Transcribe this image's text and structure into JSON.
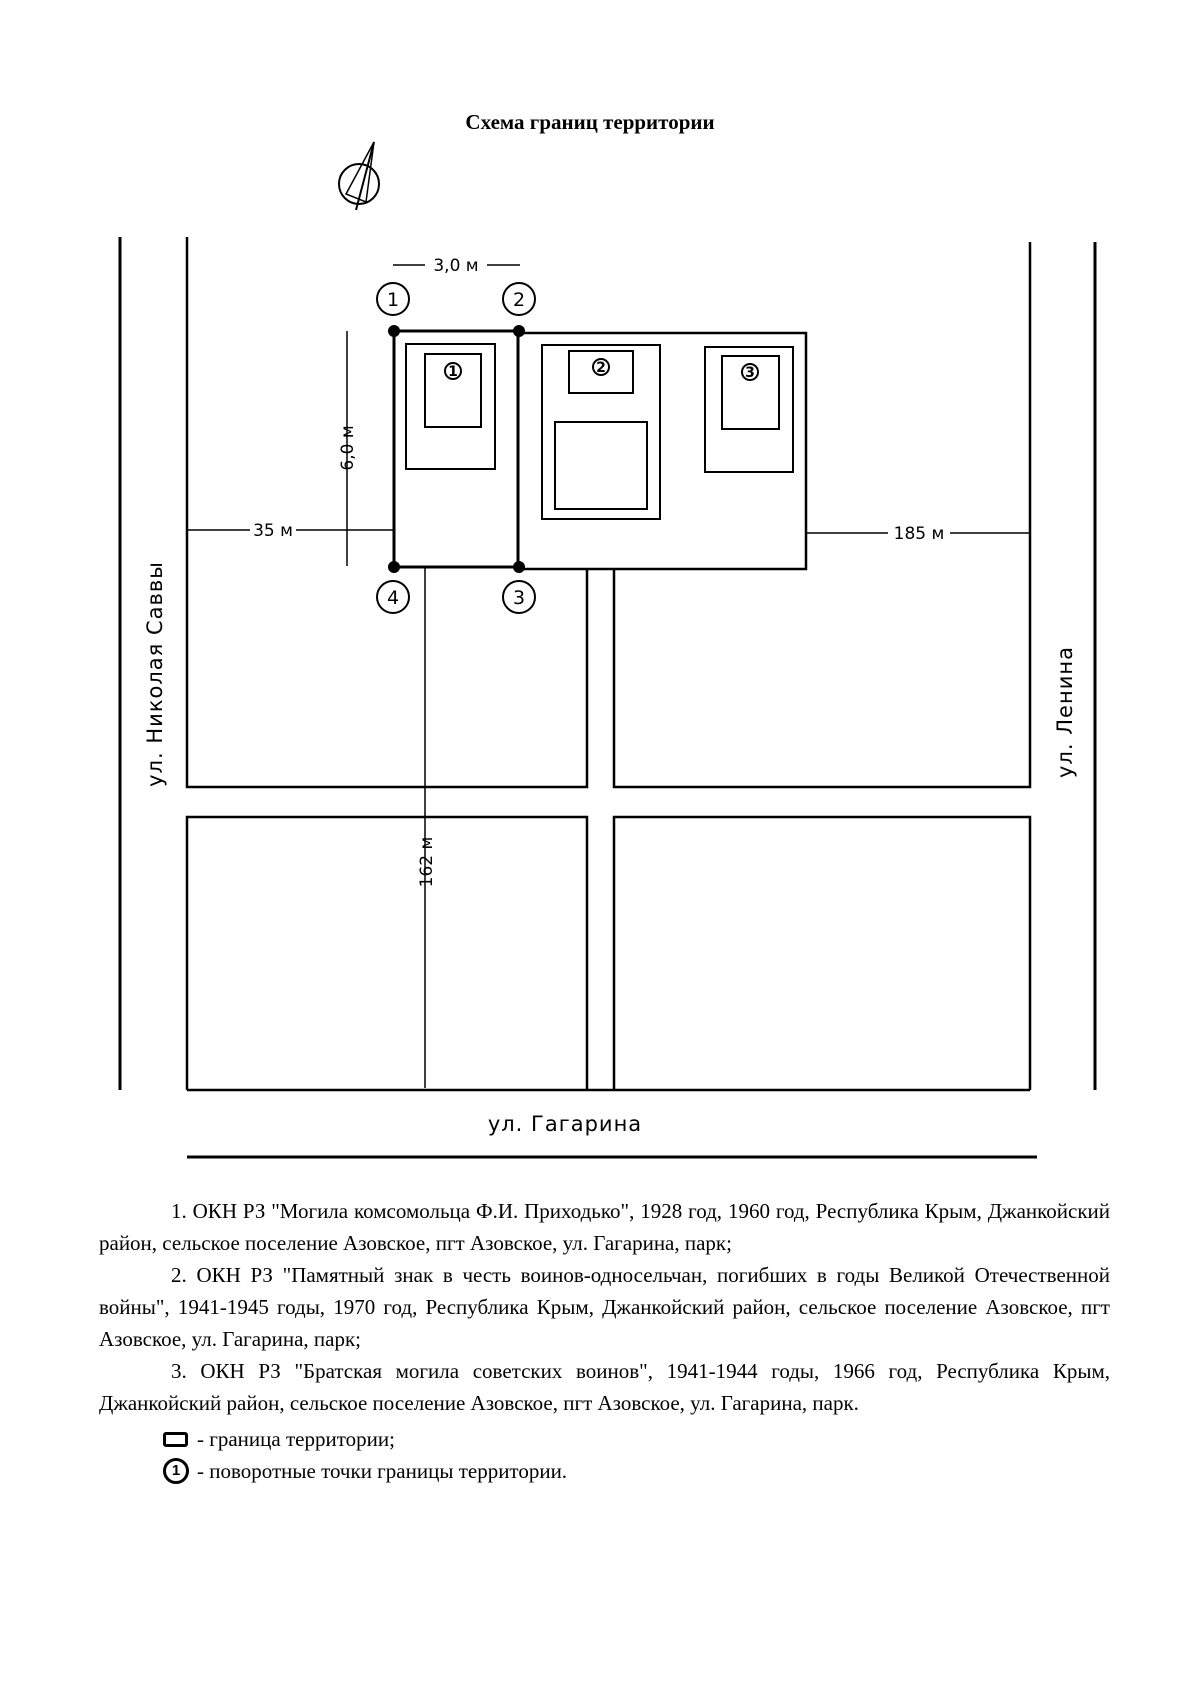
{
  "title": "Схема границ территории",
  "streets": {
    "left": "ул. Николая Саввы",
    "right": "ул. Ленина",
    "bottom": "ул. Гагарина"
  },
  "dimensions": {
    "width_top": "3,0 м",
    "height_left": "6,0 м",
    "dist_left": "35 м",
    "dist_right": "185 м",
    "dist_bottom": "162 м"
  },
  "boundary_points": [
    "1",
    "2",
    "3",
    "4"
  ],
  "objects": [
    "1",
    "2",
    "3"
  ],
  "notes": [
    "1. ОКН РЗ \"Могила комсомольца Ф.И. Приходько\", 1928 год, 1960 год, Республика Крым, Джанкойский район, сельское поселение Азовское, пгт Азовское, ул. Гагарина, парк;",
    "2. ОКН РЗ \"Памятный знак в честь воинов-односельчан, погибших в годы Великой Отечественной войны\", 1941-1945 годы, 1970 год, Республика Крым, Джанкойский район, сельское поселение Азовское, пгт Азовское, ул. Гагарина, парк;",
    "3. ОКН РЗ \"Братская могила советских воинов\", 1941-1944 годы, 1966 год, Республика Крым, Джанкойский район, сельское поселение Азовское, пгт Азовское, ул. Гагарина, парк."
  ],
  "legend": {
    "boundary": "- граница территории;",
    "points": "- поворотные точки границы территории.",
    "point_symbol": "1"
  }
}
